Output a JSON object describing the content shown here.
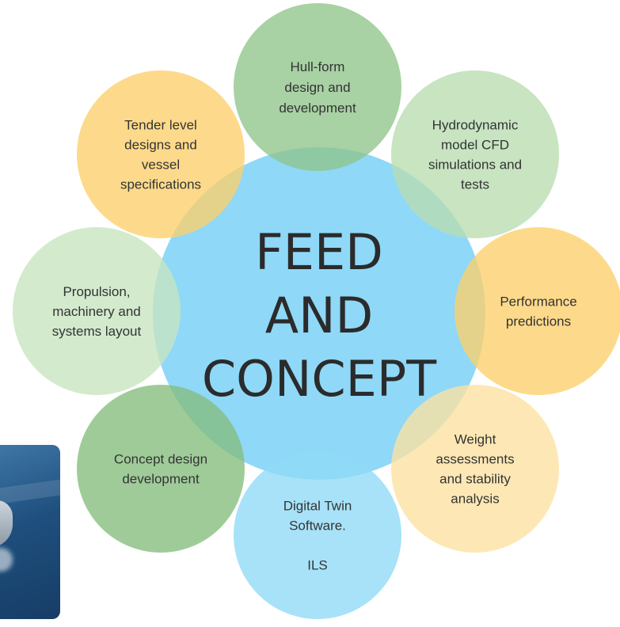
{
  "center": {
    "lines": [
      "FEED",
      "AND",
      "CONCEPT"
    ]
  },
  "satellites": [
    {
      "key": "hull-form",
      "lines": [
        "Hull-form",
        "design and",
        "development"
      ],
      "color": "#8fc48a"
    },
    {
      "key": "hydrodynamic",
      "lines": [
        "Hydrodynamic",
        "model CFD",
        "simulations and",
        "tests"
      ],
      "color": "#b8dcb0"
    },
    {
      "key": "performance",
      "lines": [
        "Performance",
        "predictions"
      ],
      "color": "#fdd06a"
    },
    {
      "key": "weight",
      "lines": [
        "Weight",
        "assessments",
        "and stability",
        "analysis"
      ],
      "color": "#fde2a0"
    },
    {
      "key": "digital-twin",
      "lines": [
        "Digital Twin",
        "Software.",
        "",
        "ILS"
      ],
      "color": "#8fdaf6"
    },
    {
      "key": "concept-design",
      "lines": [
        "Concept design",
        "development"
      ],
      "color": "#84bd7c"
    },
    {
      "key": "propulsion",
      "lines": [
        "Propulsion,",
        "machinery and",
        "systems layout"
      ],
      "color": "#c6e4bf"
    },
    {
      "key": "tender",
      "lines": [
        "Tender level",
        "designs and",
        "vessel",
        "specifications"
      ],
      "color": "#fdd06a"
    }
  ],
  "colors": {
    "center": "#8fd8f8",
    "text": "#333333"
  }
}
